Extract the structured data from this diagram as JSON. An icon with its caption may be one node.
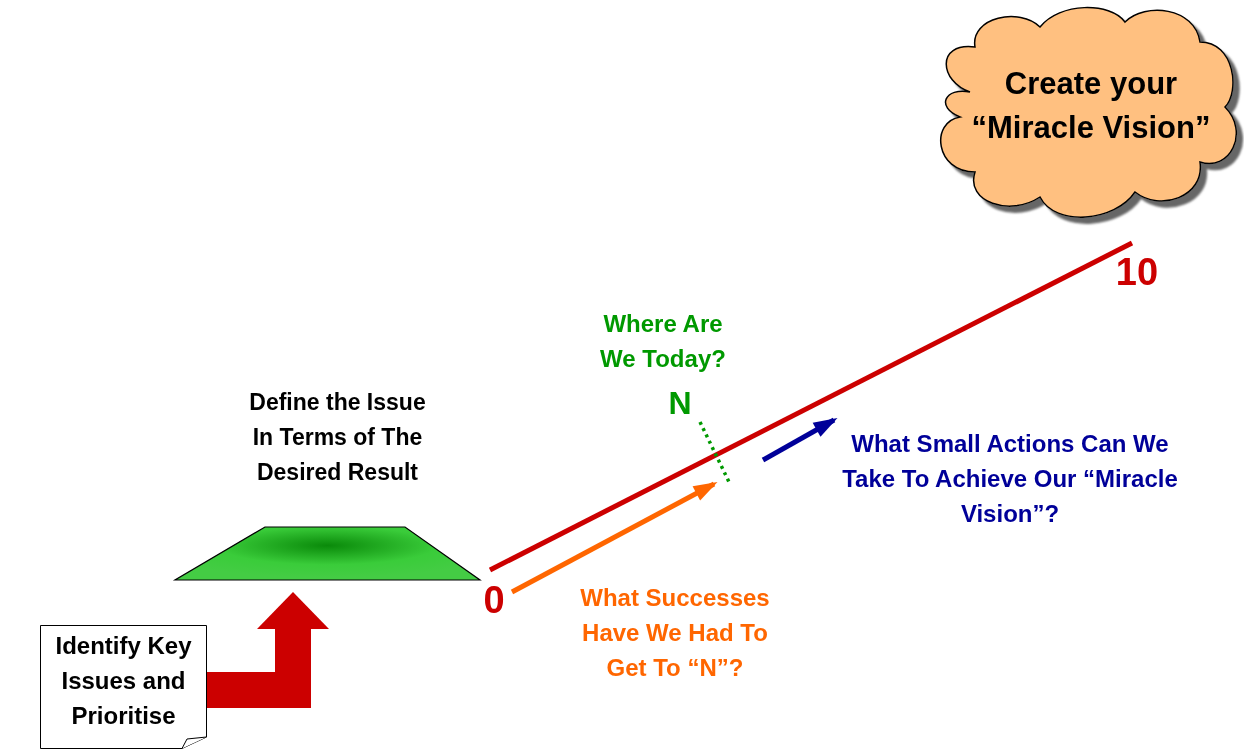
{
  "diagram": {
    "nodes": [
      {
        "text": [
          "Identify Key Issues and Prioritise"
        ]
      },
      {
        "text": [
          "Define the Issue In Terms of The Desired Result"
        ]
      },
      {
        "text": [
          "Create your “Miracle Vision”"
        ]
      }
    ],
    "edges": [
      {
        "from": 0,
        "to": 1,
        "arrow": "to"
      }
    ],
    "labels": [
      "10",
      "Where Are We Today?",
      "N",
      "What Small Actions Can We Take To Achieve Our “Miracle Vision”?",
      "0",
      "What Successes Have We Had To Get To “N”?"
    ]
  }
}
